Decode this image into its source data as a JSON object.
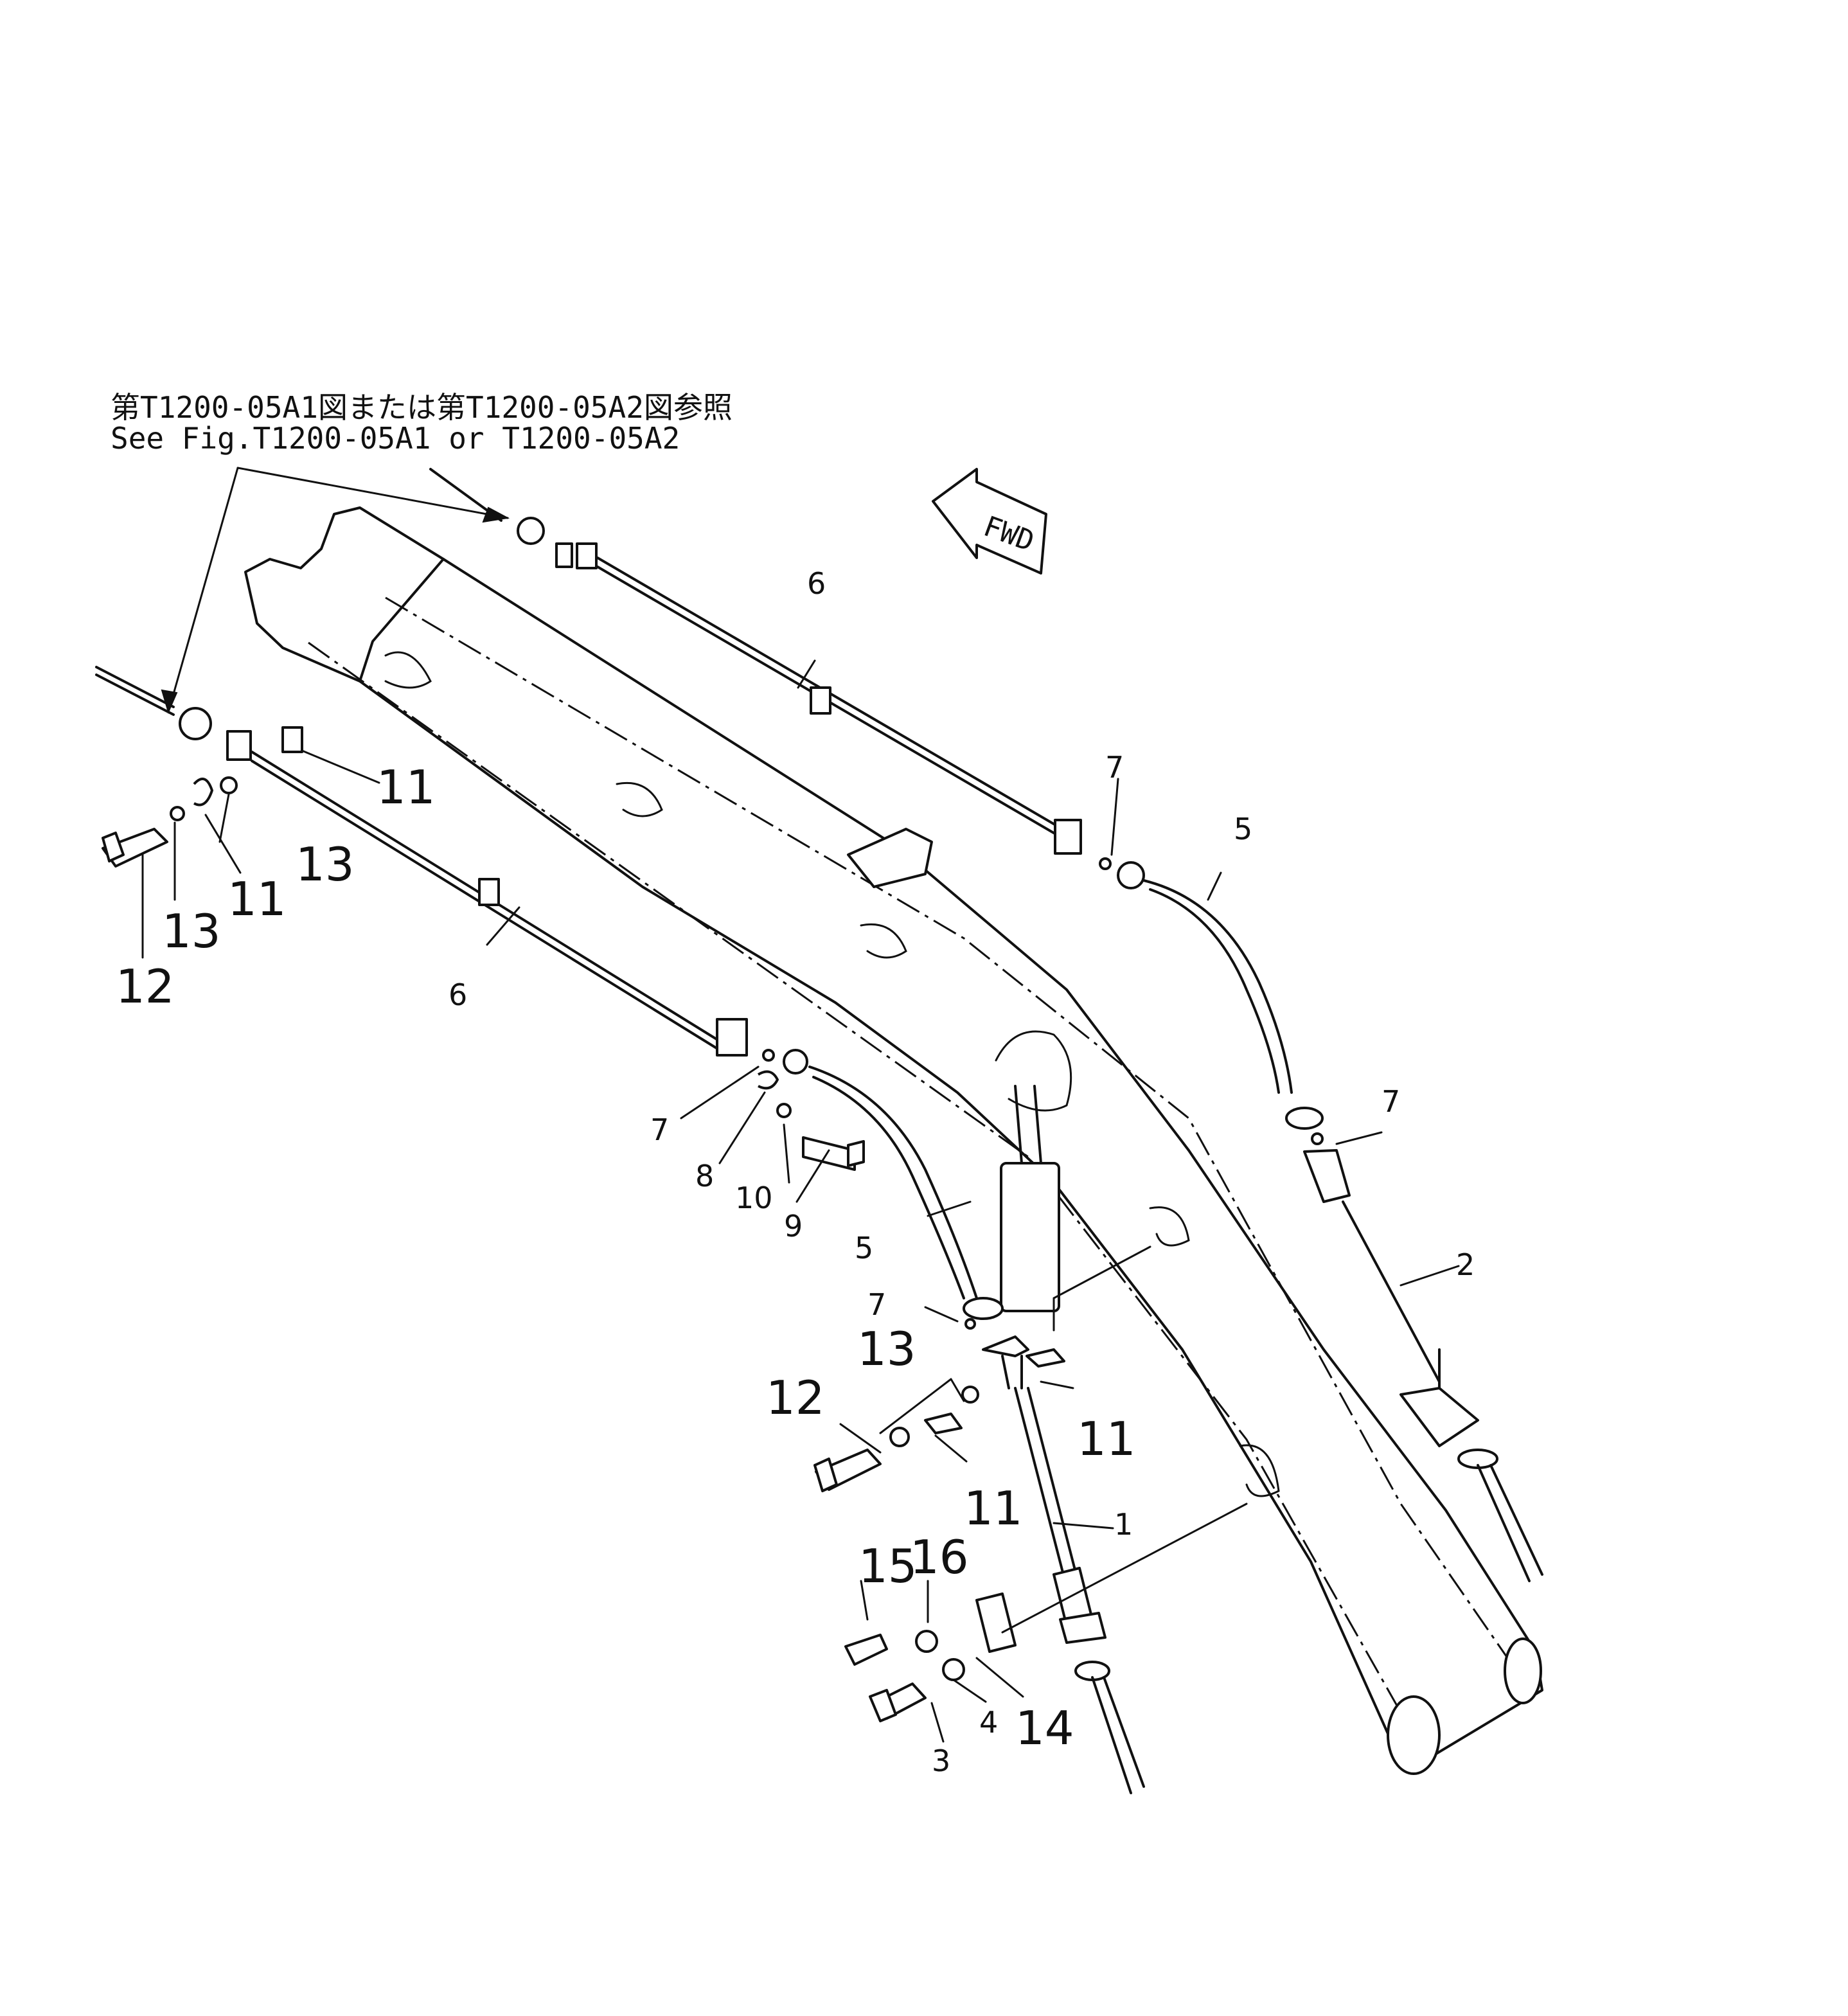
{
  "reference": {
    "line_jp": "第T1200-05A1図または第T1200-05A2図参照",
    "line_en": "See Fig.T1200-05A1 or T1200-05A2"
  },
  "direction_label": "FWD",
  "callouts": {
    "c1": "1",
    "c2": "2",
    "c3": "3",
    "c4": "4",
    "c5a": "5",
    "c5b": "5",
    "c6a": "6",
    "c6b": "6",
    "c7a": "7",
    "c7b": "7",
    "c7c": "7",
    "c7d": "7",
    "c8": "8",
    "c9": "9",
    "c10": "10",
    "c11a": "11",
    "c11b": "11",
    "c11c": "11",
    "c11d": "11",
    "c12a": "12",
    "c12b": "12",
    "c13a": "13",
    "c13b": "13",
    "c13c": "13",
    "c14": "14",
    "c15": "15",
    "c16": "16"
  }
}
